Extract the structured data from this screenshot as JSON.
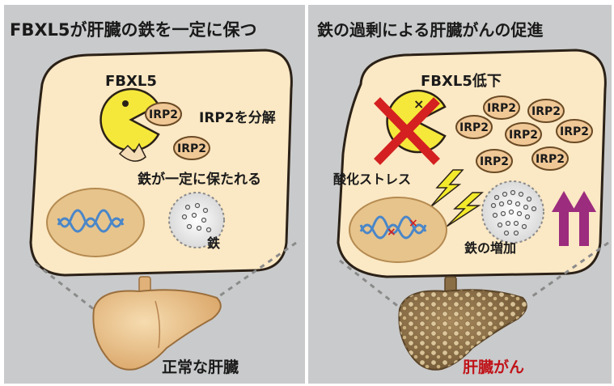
{
  "left_panel": {
    "title": "FBXL5が肝臓の鉄を一定に保つ",
    "fbxl5_label": "FBXL5",
    "irp2_label": "IRP2",
    "degrade_label": "IRP2を分解",
    "iron_constant_label": "鉄が一定に保たれる",
    "iron_label": "鉄",
    "caption": "正常な肝臓"
  },
  "right_panel": {
    "title": "鉄の過剰による肝臓がんの促進",
    "fbxl5_down_label": "FBXL5低下",
    "irp2_label": "IRP2",
    "oxidative_stress_label": "酸化ストレス",
    "iron_increase_label": "鉄の増加",
    "caption": "肝臓がん"
  },
  "colors": {
    "background": "#c9cacb",
    "cell_fill": "#fbe8c4",
    "cell_stroke": "#2b2117",
    "nucleus_fill": "#e7c48c",
    "dna": "#4a86c8",
    "pacman": "#f5e83a",
    "red_cross": "#d42020",
    "arrow_magenta": "#9c2c7e",
    "cancer_caption": "#c0141a",
    "lightning": "#f2ea2a"
  },
  "icons": [
    "pacman-icon",
    "lightning-icon",
    "dna-icon",
    "liver-icon",
    "cross-icon",
    "up-arrow-icon"
  ]
}
